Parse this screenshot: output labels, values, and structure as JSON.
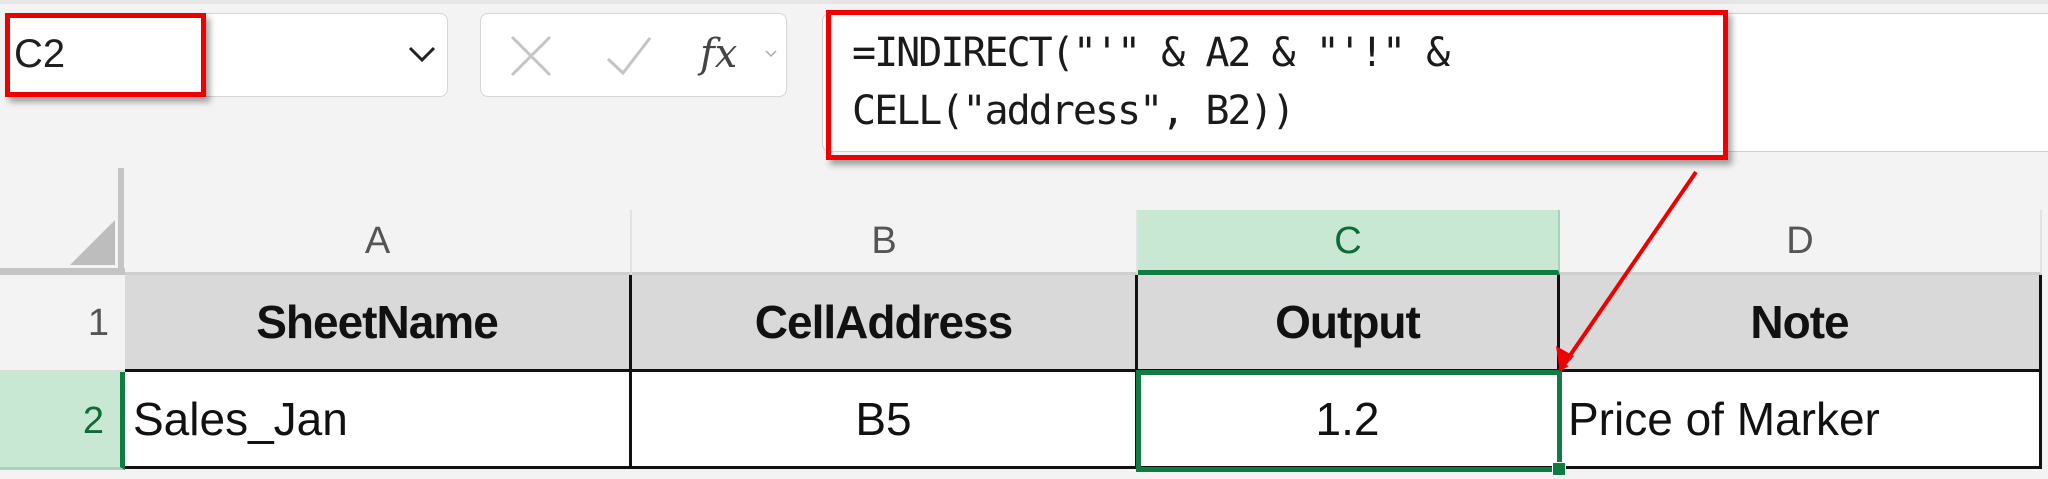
{
  "name_box": {
    "value": "C2",
    "dropdown_icon": "chevron-down-icon"
  },
  "formula_bar_buttons": {
    "cancel_icon": "close-icon",
    "enter_icon": "check-icon",
    "function_label": "fx",
    "function_dropdown_icon": "chevron-down-icon"
  },
  "formula_bar": {
    "formula": "=INDIRECT(\"'\" & A2 & \"'!\" & CELL(\"address\", B2))",
    "line1": "=INDIRECT(\"'\" & A2 & \"'!\" &",
    "line2": "CELL(\"address\", B2))"
  },
  "annotations": {
    "highlight_color": "#ee0000",
    "arrow_from": "formula-bar",
    "arrow_to": "cell-C2"
  },
  "grid": {
    "selection_color": "#107c41",
    "selected_cell": "C2",
    "columns": [
      "A",
      "B",
      "C",
      "D"
    ],
    "rows": [
      "1",
      "2"
    ],
    "header_row": [
      "SheetName",
      "CellAddress",
      "Output",
      "Note"
    ],
    "data_rows": [
      [
        "Sales_Jan",
        "B5",
        "1.2",
        "Price of Marker"
      ]
    ]
  }
}
